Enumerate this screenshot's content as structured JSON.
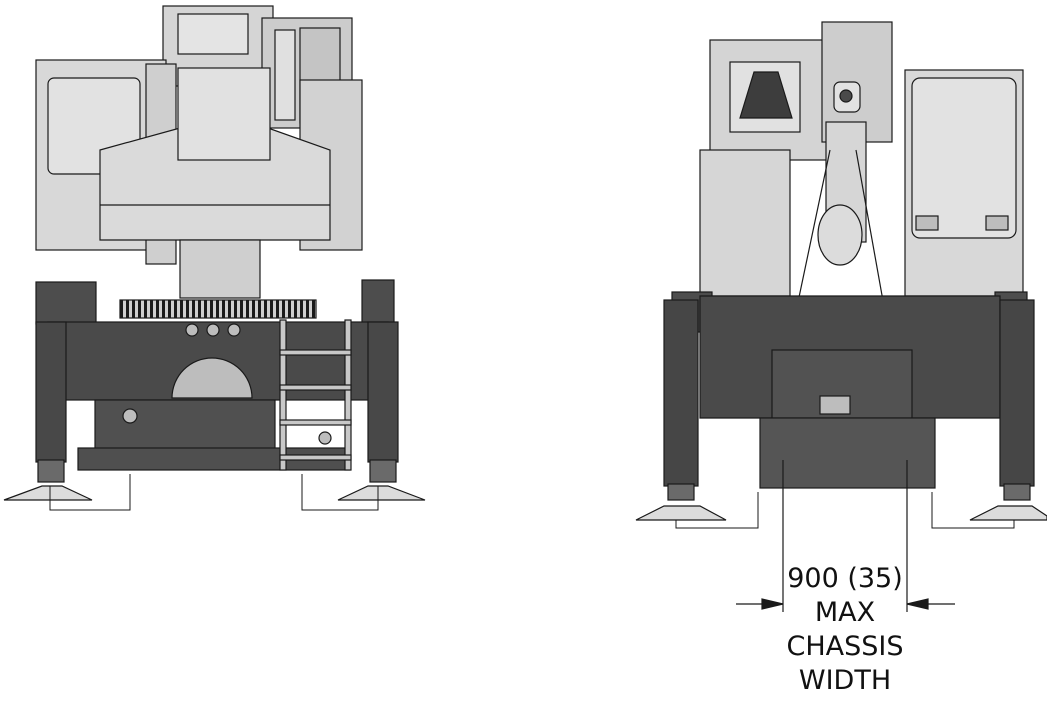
{
  "dimension": {
    "value": "900 (35)",
    "line2": "MAX",
    "line3": "CHASSIS",
    "line4": "WIDTH"
  },
  "colors": {
    "background": "#ffffff",
    "body_light": "#d8d8d8",
    "body_mid": "#bdbdbd",
    "chassis_dark": "#4a4a4a",
    "outline": "#1a1a1a"
  }
}
